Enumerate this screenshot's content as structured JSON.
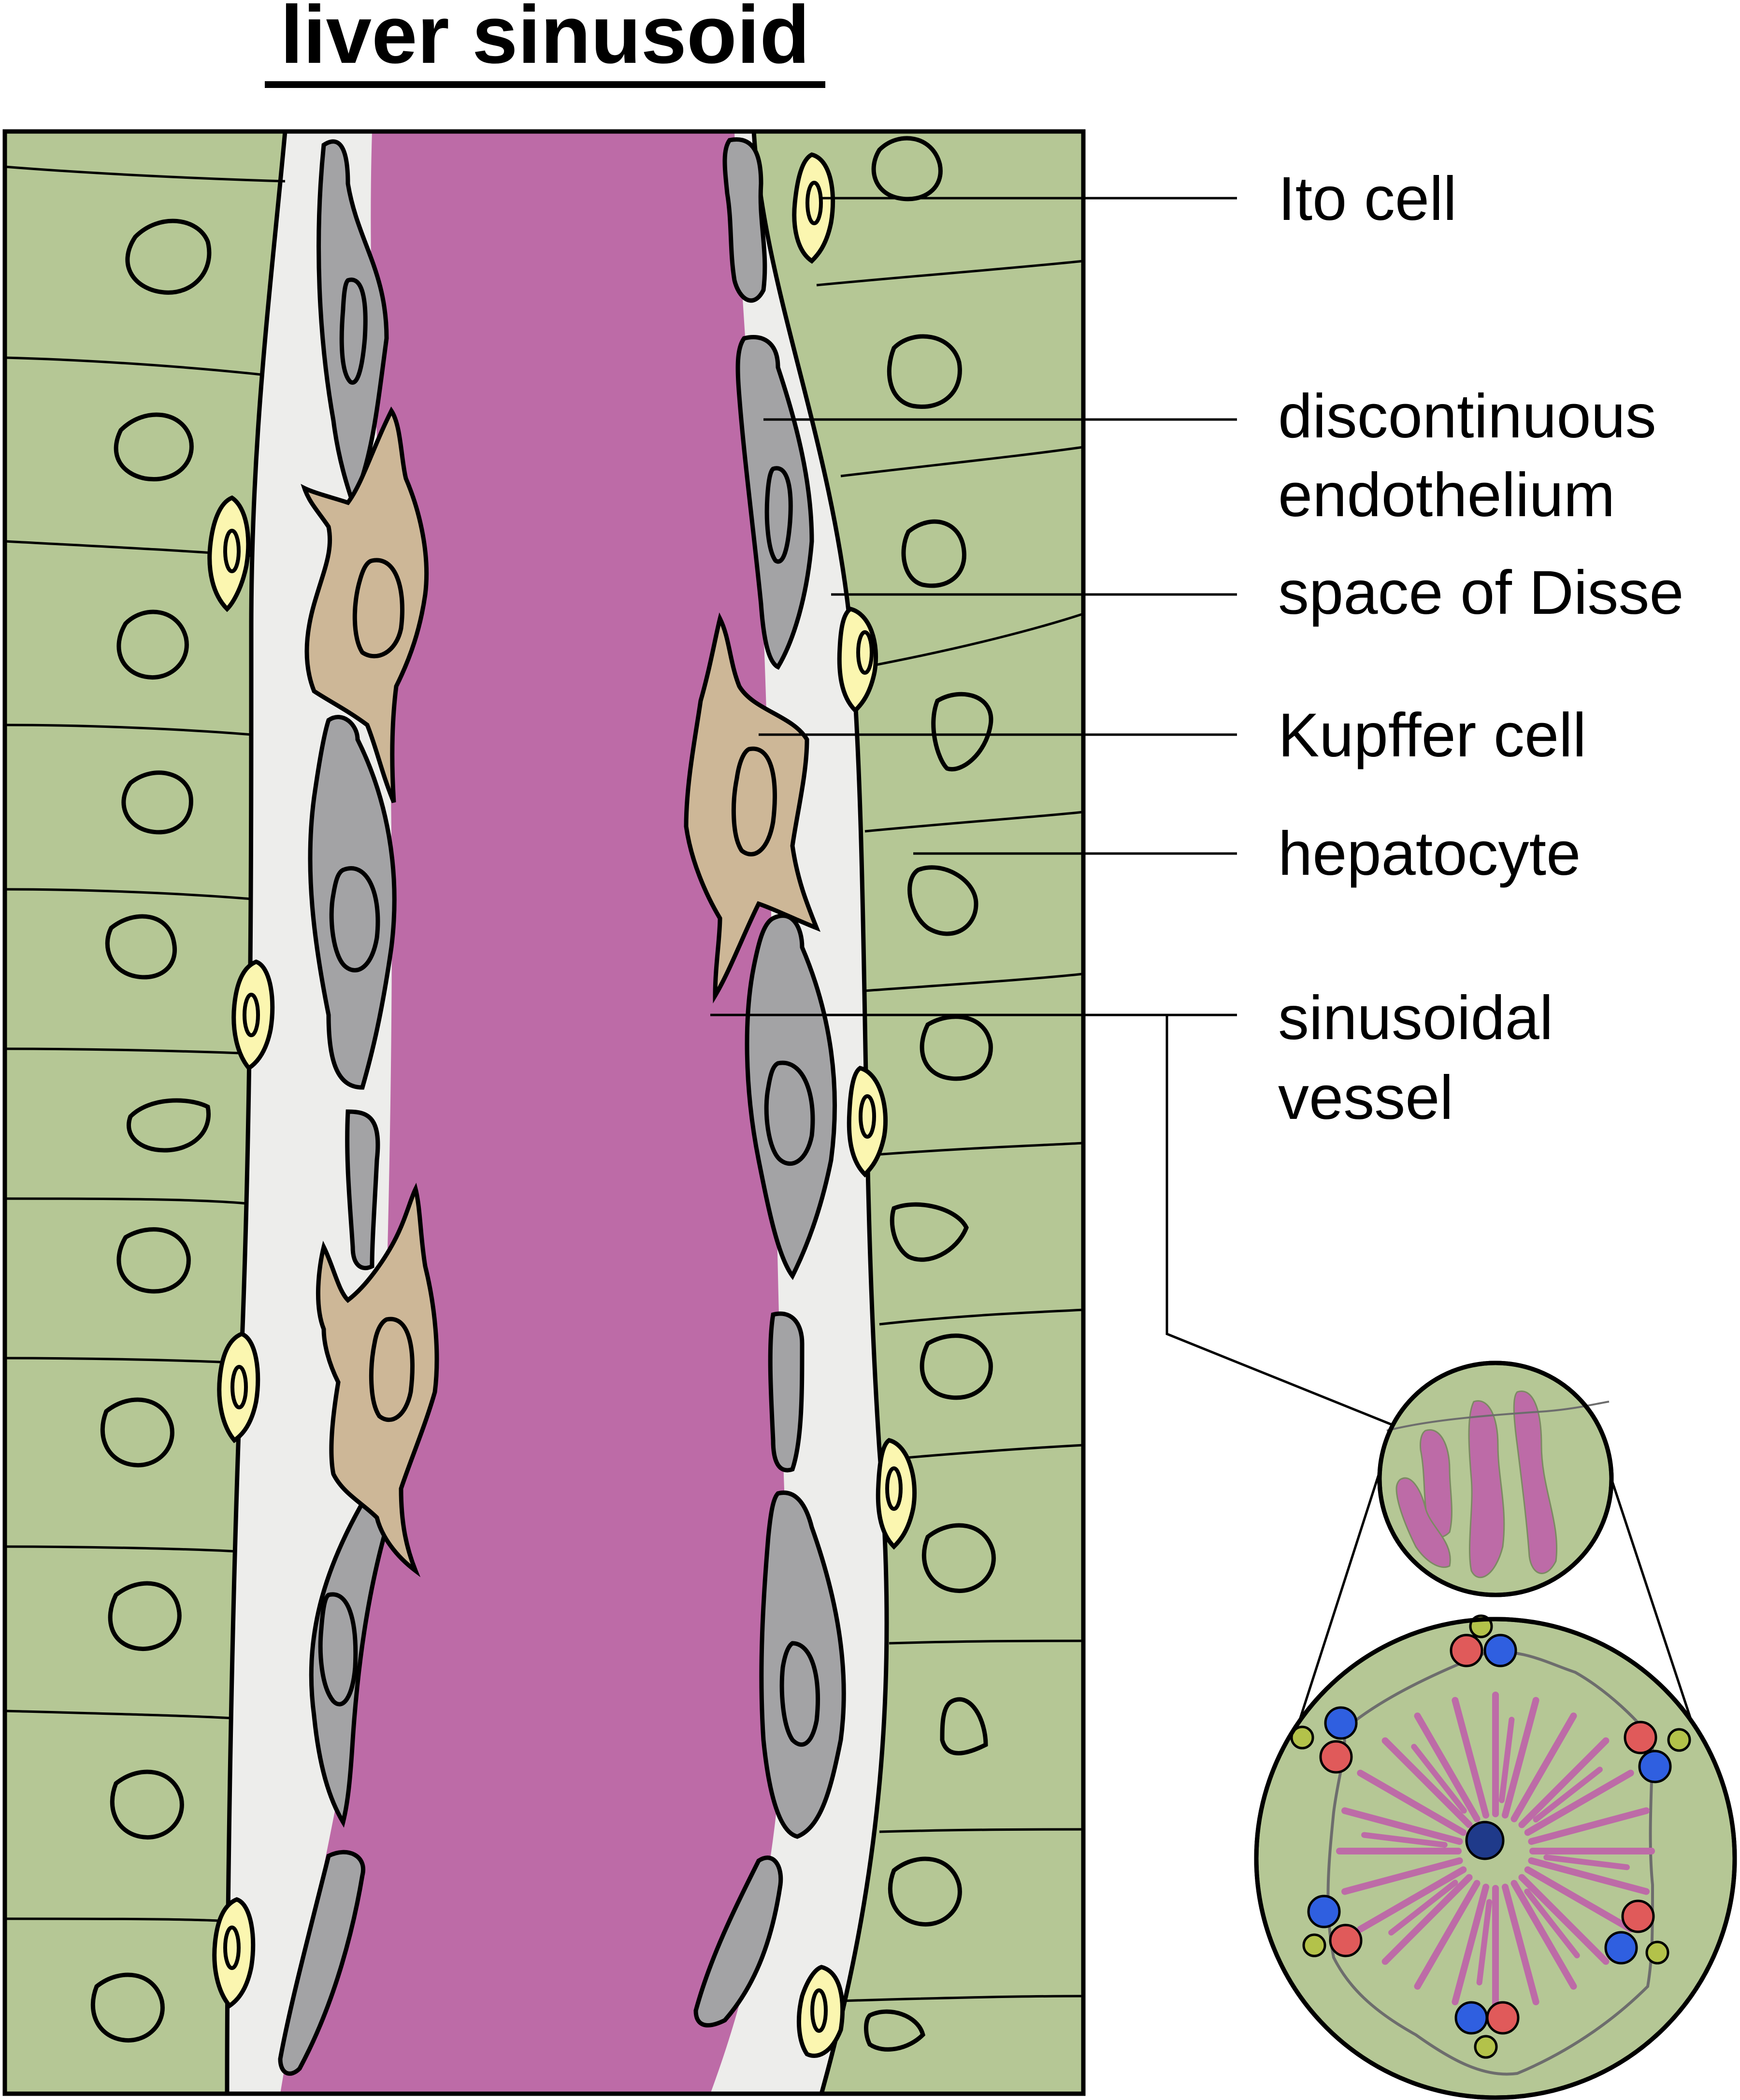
{
  "title": "liver sinusoid",
  "labels": {
    "ito_cell": "Ito cell",
    "discontinuous_1": "discontinuous",
    "discontinuous_2": "endothelium",
    "space_of_disse": "space of Disse",
    "kupffer_cell": "Kupffer cell",
    "hepatocyte": "hepatocyte",
    "sinusoidal_1": "sinusoidal",
    "sinusoidal_2": "vessel"
  },
  "colors": {
    "hepatocyte": "#b5c795",
    "disse": "#ededeb",
    "lumen": "#bd6ba7",
    "endothelium": "#a3a3a5",
    "kupffer": "#cdb797",
    "ito": "#fbf6b0",
    "outline": "#000000",
    "artery": "#e05a5a",
    "vein": "#2f5fe0",
    "bile": "#b3c24a",
    "central_vein": "#1f3a8a"
  }
}
